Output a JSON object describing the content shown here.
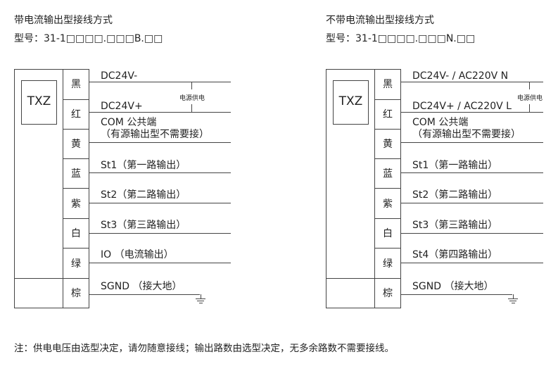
{
  "left": {
    "title": "带电流输出型接线方式",
    "model": "型号：31-1□□□□.□□□B.□□",
    "device": "TXZ",
    "power_label": "电源供电",
    "wires": [
      {
        "color": "黑",
        "label": "DC24V-"
      },
      {
        "color": "红",
        "label": "DC24V+"
      },
      {
        "color": "黄",
        "label": "COM 公共端",
        "label2": "（有源输出型不需要接）"
      },
      {
        "color": "蓝",
        "label": "St1（第一路输出）"
      },
      {
        "color": "紫",
        "label": "St2（第二路输出）"
      },
      {
        "color": "白",
        "label": "St3（第三路输出）"
      },
      {
        "color": "绿",
        "label": "IO （电流输出）"
      },
      {
        "color": "棕",
        "label": "SGND （接大地）"
      }
    ]
  },
  "right": {
    "title": "不带电流输出型接线方式",
    "model": "型号：31-1□□□□.□□□N.□□",
    "device": "TXZ",
    "power_label": "电源供电",
    "wires": [
      {
        "color": "黑",
        "label": "DC24V- / AC220V N"
      },
      {
        "color": "红",
        "label": "DC24V+ / AC220V L"
      },
      {
        "color": "黄",
        "label": "COM 公共端",
        "label2": "（有源输出型不需要接）"
      },
      {
        "color": "蓝",
        "label": "St1（第一路输出）"
      },
      {
        "color": "紫",
        "label": "St2（第二路输出）"
      },
      {
        "color": "白",
        "label": "St3（第三路输出）"
      },
      {
        "color": "绿",
        "label": "St4（第四路输出）"
      },
      {
        "color": "棕",
        "label": "SGND （接大地）"
      }
    ]
  },
  "note": "注：供电电压由选型决定，请勿随意接线；输出路数由选型决定，无多余路数不需要接线。"
}
